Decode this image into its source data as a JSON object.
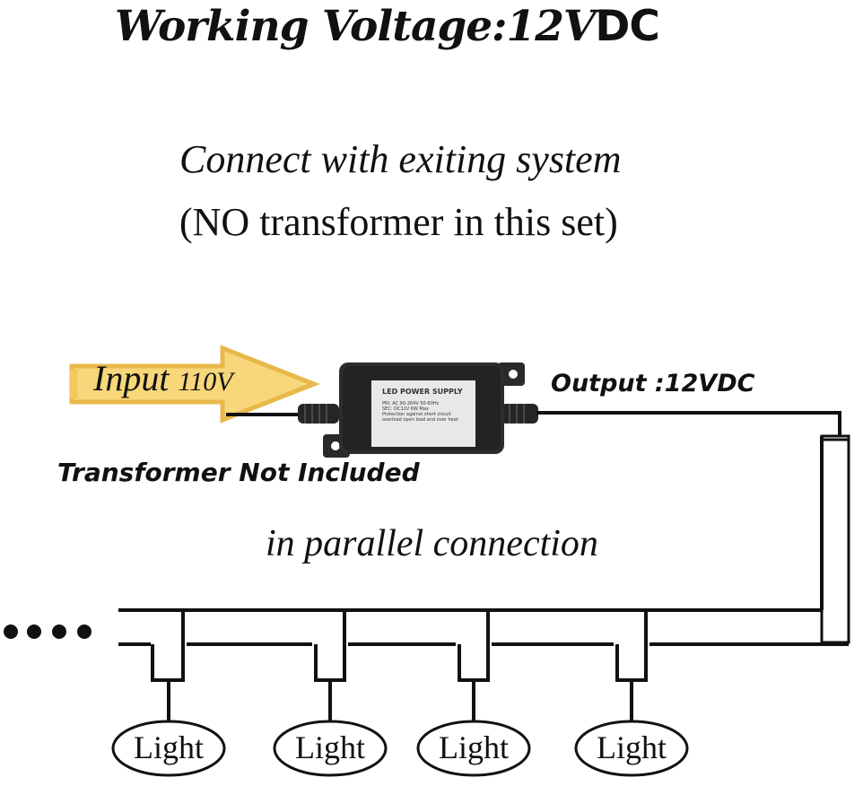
{
  "title": {
    "main": "Working Voltage:12V",
    "suffix": "DC"
  },
  "subtitle": {
    "line1": "Connect with exiting system",
    "line2": "(NO transformer in this set)"
  },
  "input": {
    "label": "Input",
    "voltage": "110V"
  },
  "output": {
    "label": "Output :12VDC"
  },
  "power_supply": {
    "title": "LED POWER SUPPLY",
    "line1": "PRI: AC 90-264V  50-60Hz",
    "line2": "SEC: DC12V      6W Max",
    "line3": "Protection against short circuit",
    "line4": "overload open load and over heat"
  },
  "note": "Transformer Not Included",
  "connection": "in parallel connection",
  "continuation": "• • • •",
  "lights": [
    "Light",
    "Light",
    "Light",
    "Light"
  ],
  "colors": {
    "arrow_fill": "#f7d77a",
    "arrow_stroke": "#e8b84a",
    "psu_body": "#2a2a2a",
    "psu_label": "#e8e8e8",
    "wire": "#111111"
  },
  "icons": {
    "arrow": "input-arrow-icon",
    "power_supply": "power-supply-icon"
  }
}
